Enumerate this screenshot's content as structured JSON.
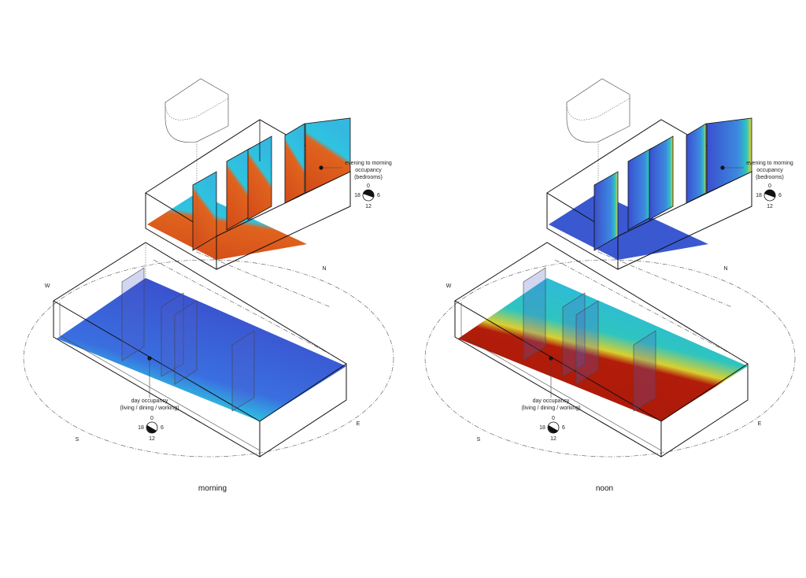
{
  "panels": [
    {
      "caption": "morning",
      "bedroom_label": [
        "evening to morning",
        "occupancy",
        "(bedrooms)"
      ],
      "day_label": [
        "day occupancy",
        "(living / dining / working)"
      ],
      "clock": {
        "top": "0",
        "right": "6",
        "bottom": "12",
        "left": "18"
      },
      "compass": {
        "w": "W",
        "n": "N",
        "e": "E",
        "s": "S"
      }
    },
    {
      "caption": "noon",
      "bedroom_label": [
        "evening to morning",
        "occupancy",
        "(bedrooms)"
      ],
      "day_label": [
        "day occupancy",
        "(living / dining / working)"
      ],
      "clock": {
        "top": "0",
        "right": "6",
        "bottom": "12",
        "left": "18"
      },
      "compass": {
        "w": "W",
        "n": "N",
        "e": "E",
        "s": "S"
      }
    }
  ],
  "colors": {
    "cold": "#3a4fcf",
    "mid": "#2ec4e0",
    "warm": "#e8561a",
    "hot": "#b01a0a"
  }
}
